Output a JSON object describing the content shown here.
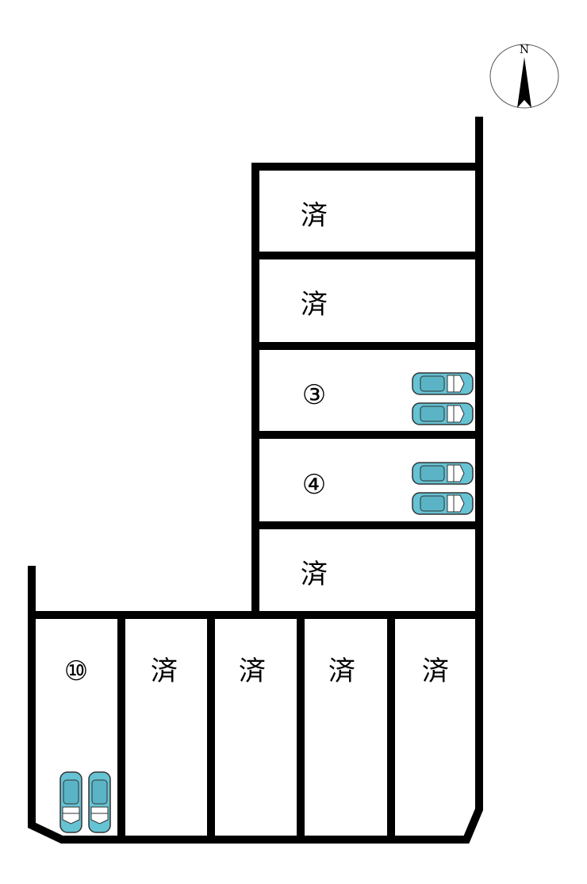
{
  "compass": {
    "label": "N"
  },
  "colors": {
    "line": "#000000",
    "car_body": "#66c3d4",
    "car_window": "#ffffff",
    "background": "#ffffff"
  },
  "lots": [
    {
      "id": "lot-1",
      "label": "済"
    },
    {
      "id": "lot-2",
      "label": "済"
    },
    {
      "id": "lot-3",
      "label": "③",
      "parking_spaces": 2
    },
    {
      "id": "lot-4",
      "label": "④",
      "parking_spaces": 2
    },
    {
      "id": "lot-5",
      "label": "済"
    },
    {
      "id": "lot-6",
      "label": "済"
    },
    {
      "id": "lot-7",
      "label": "済"
    },
    {
      "id": "lot-8",
      "label": "済"
    },
    {
      "id": "lot-9",
      "label": "済"
    },
    {
      "id": "lot-10",
      "label": "⑩",
      "parking_spaces": 2
    }
  ]
}
